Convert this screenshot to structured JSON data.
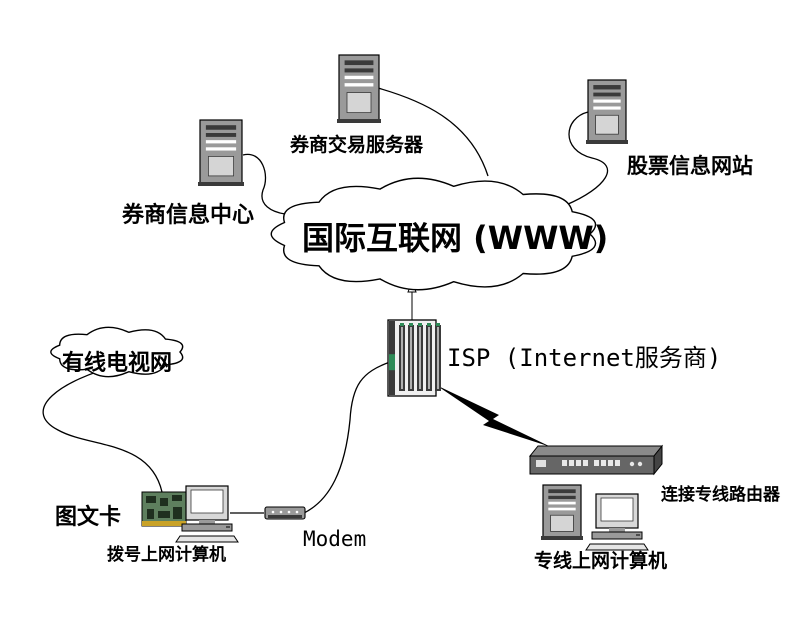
{
  "labels": {
    "internet": "国际互联网 (WWW)",
    "securities_info_center": "券商信息中心",
    "securities_trading_server": "券商交易服务器",
    "stock_info_site": "股票信息网站",
    "cable_tv": "有线电视网",
    "isp": "ISP (Internet服务商)",
    "graphics_card": "图文卡",
    "dialup_computer": "拨号上网计算机",
    "modem": "Modem",
    "leased_router": "连接专线路由器",
    "leased_computer": "专线上网计算机"
  },
  "icons": [
    "server-icon",
    "cloud-icon",
    "isp-rack-icon",
    "modem-icon",
    "router-icon",
    "desktop-computer-icon",
    "circuit-card-icon",
    "lightning-link-icon"
  ],
  "colors": {
    "line": "#000000",
    "device_fill": "#9a9a9a",
    "device_dark": "#3a3a3a",
    "accent": "#2e8b57",
    "background": "#ffffff"
  }
}
